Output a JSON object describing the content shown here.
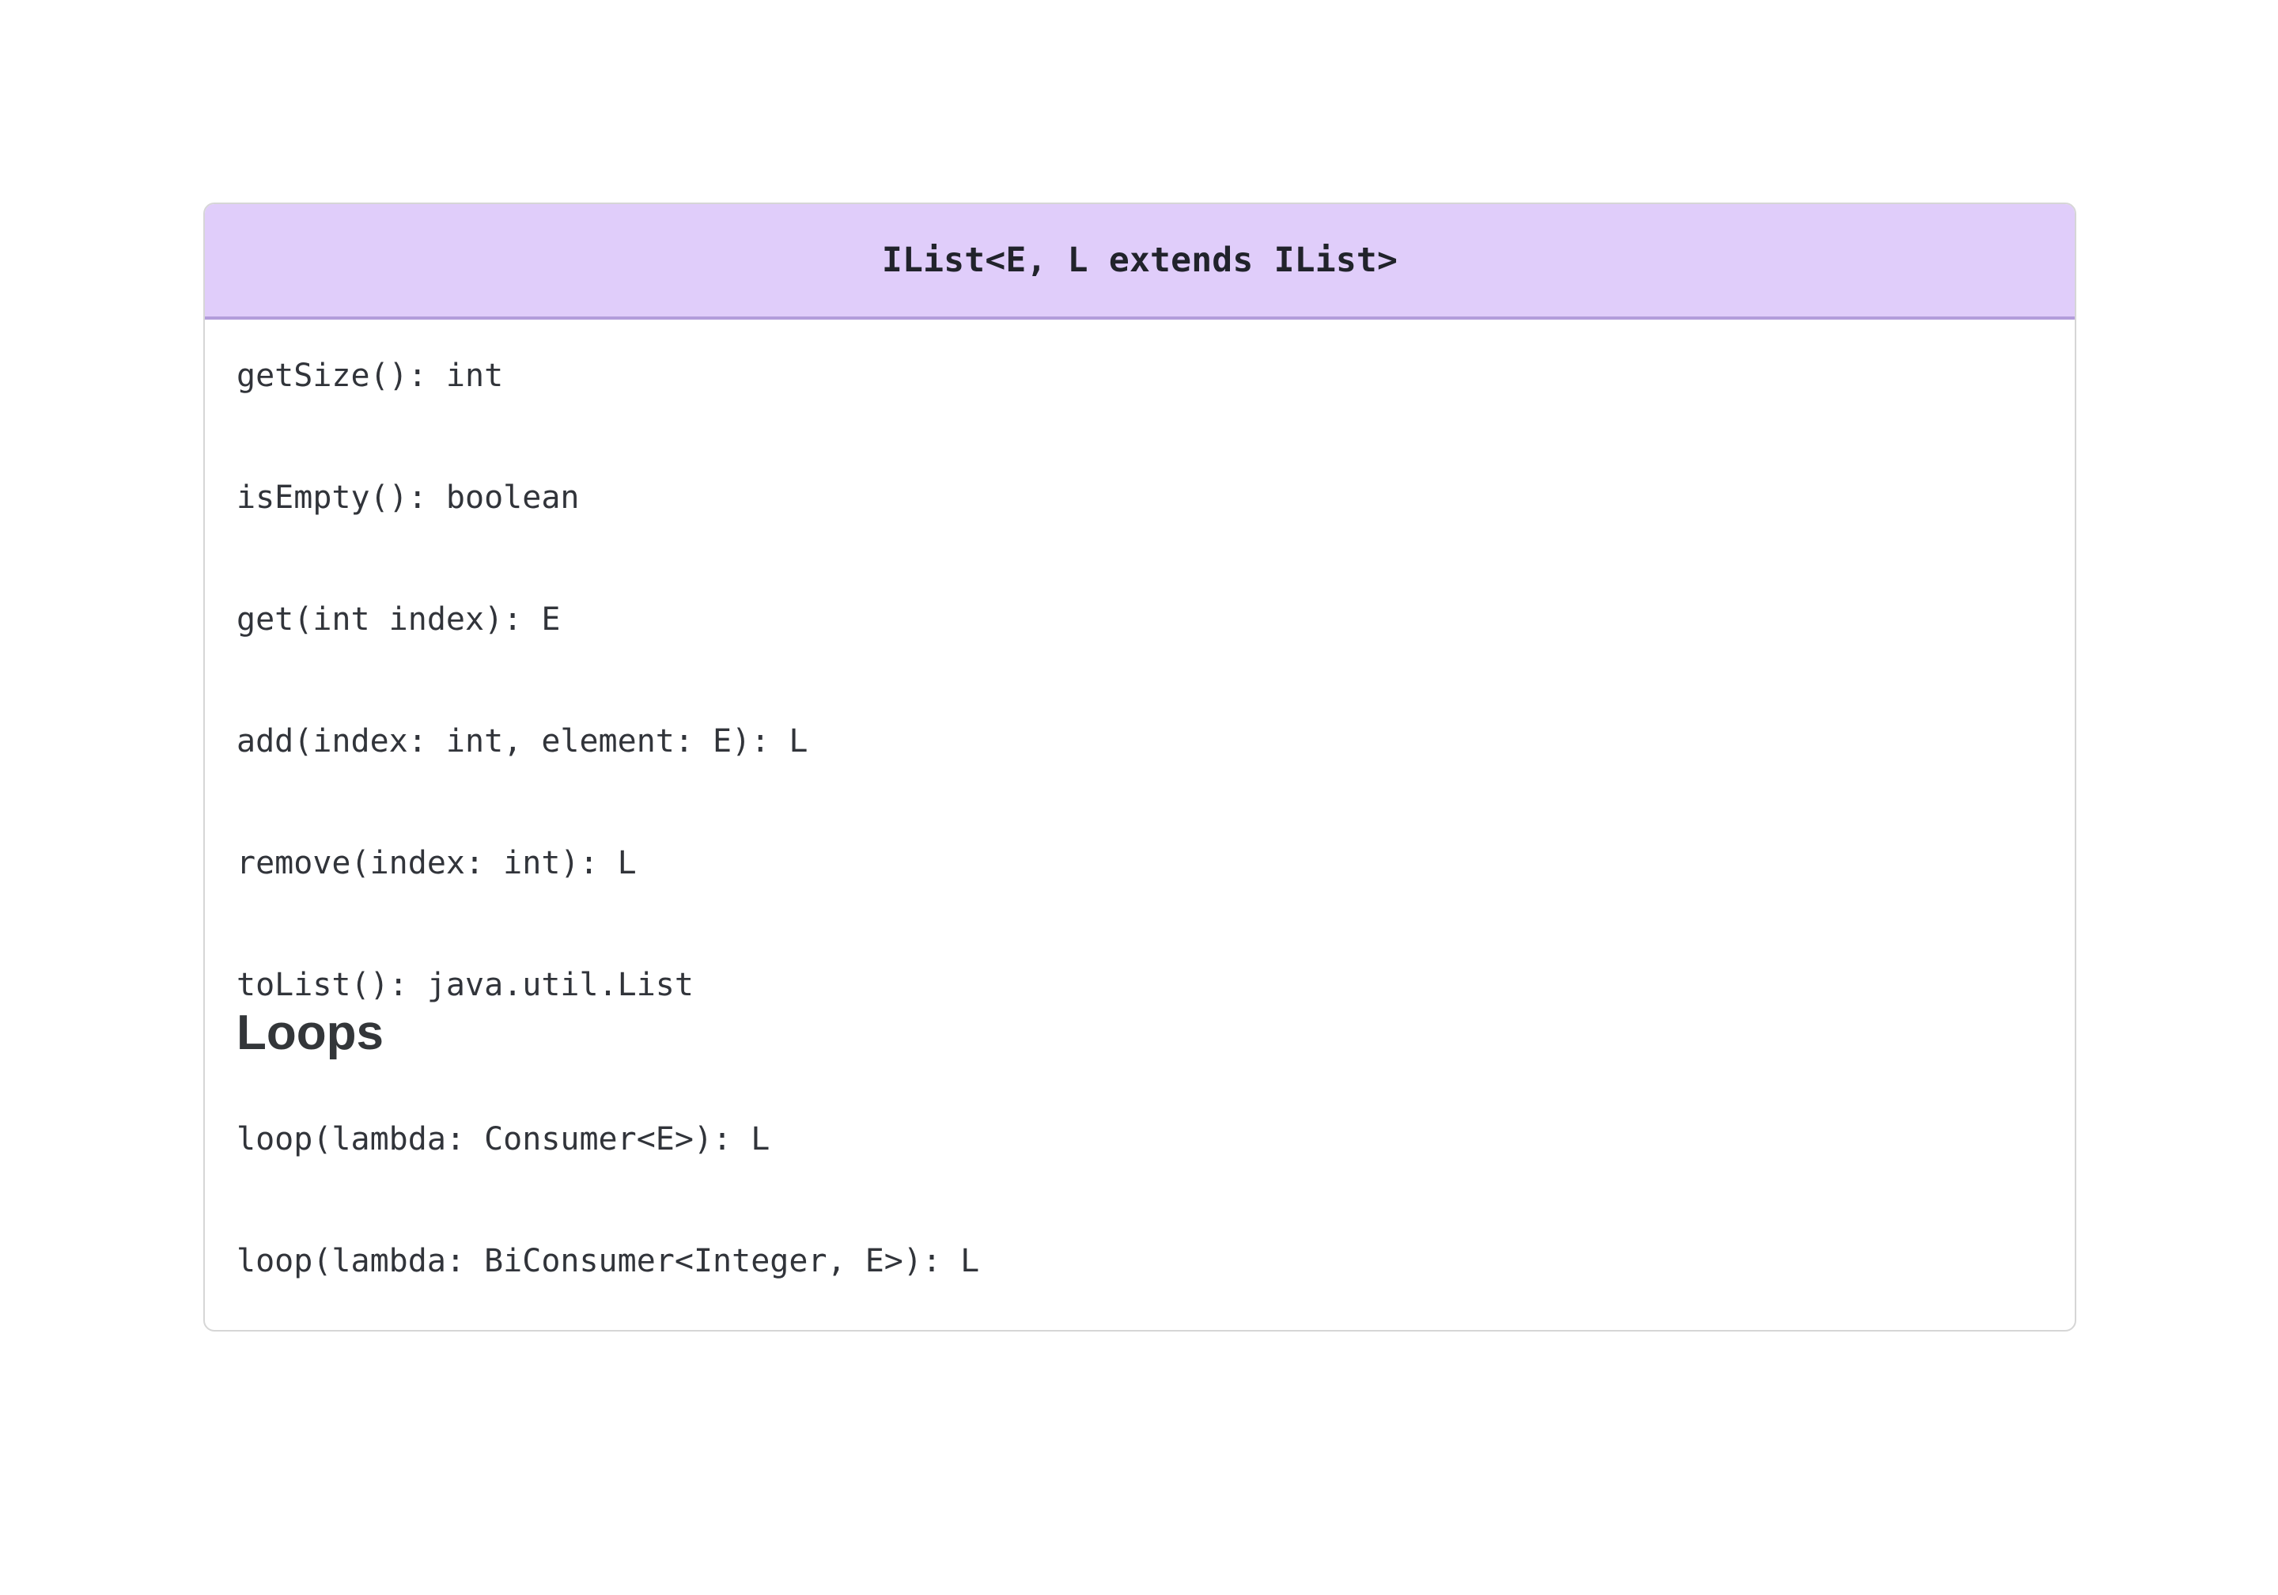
{
  "card": {
    "title": "IList<E, L extends IList>",
    "header_bg": "#e0cdfa",
    "header_divider": "#b39ddb",
    "border_color": "#d6d6d6",
    "text_color": "#31343a",
    "title_color": "#21232b",
    "methods": [
      "getSize(): int",
      "isEmpty(): boolean",
      "get(int index): E",
      "add(index: int, element: E): L",
      "remove(index: int): L",
      "toList(): java.util.List"
    ],
    "loops_section": {
      "heading": "Loops",
      "methods": [
        "loop(lambda: Consumer<E>): L",
        "loop(lambda: BiConsumer<Integer, E>): L"
      ]
    }
  }
}
